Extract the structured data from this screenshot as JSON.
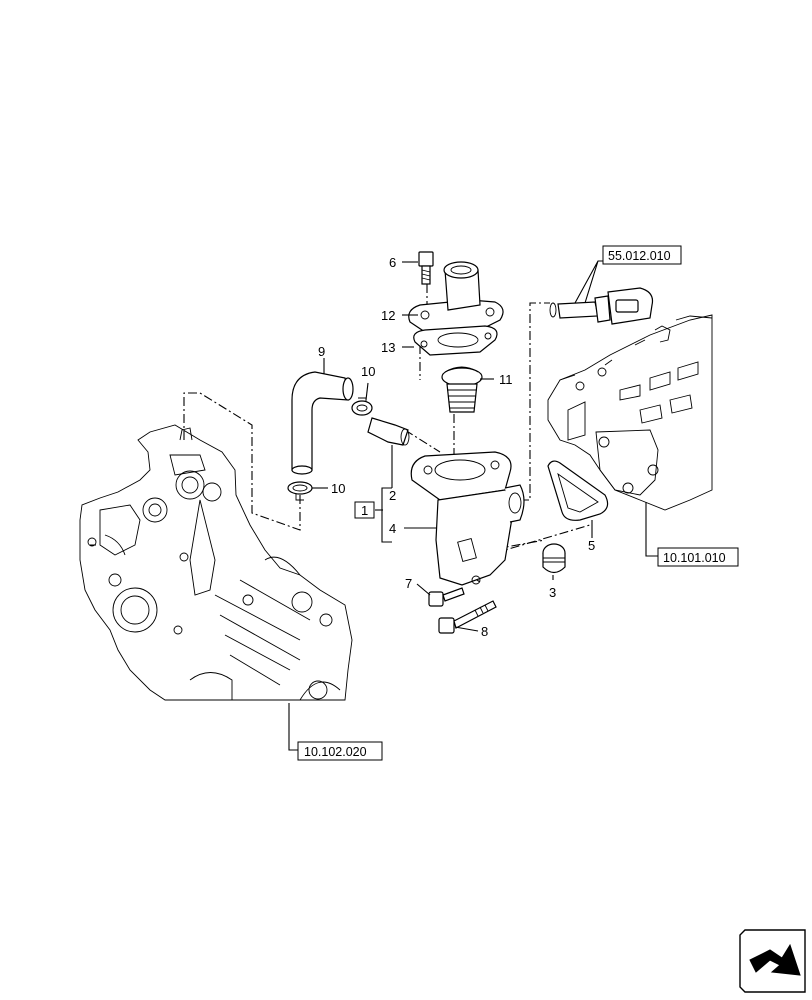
{
  "callouts": {
    "c1": "1",
    "c2": "2",
    "c3": "3",
    "c4": "4",
    "c5": "5",
    "c6": "6",
    "c7": "7",
    "c8": "8",
    "c9": "9",
    "c10a": "10",
    "c10b": "10",
    "c11": "11",
    "c12": "12",
    "c13": "13"
  },
  "references": {
    "r1": "55.012.010",
    "r2": "10.101.010",
    "r3": "10.102.020"
  },
  "nav_icon": "next-page-arrow-icon"
}
